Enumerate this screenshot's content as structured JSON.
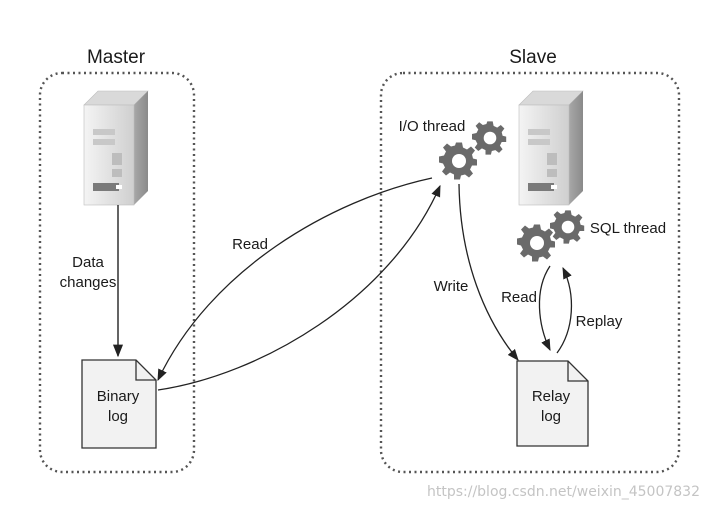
{
  "master": {
    "title": "Master",
    "data_changes_line1": "Data",
    "data_changes_line2": "changes",
    "binary_log_line1": "Binary",
    "binary_log_line2": "log"
  },
  "read_label": "Read",
  "slave": {
    "title": "Slave",
    "io_thread": "I/O thread",
    "sql_thread": "SQL thread",
    "write_label": "Write",
    "read_label": "Read",
    "replay_label": "Replay",
    "relay_log_line1": "Relay",
    "relay_log_line2": "log"
  },
  "watermark": "https://blog.csdn.net/weixin_45007832",
  "icons": {
    "server": "server-icon",
    "gear": "gear-icon",
    "document": "log-file-icon"
  },
  "colors": {
    "line": "#222222",
    "box_border": "#555555",
    "server_light": "#e6e6e6",
    "server_dark": "#9a9a9a",
    "gear": "#6a6a6a",
    "doc_fill": "#f2f2f2"
  }
}
